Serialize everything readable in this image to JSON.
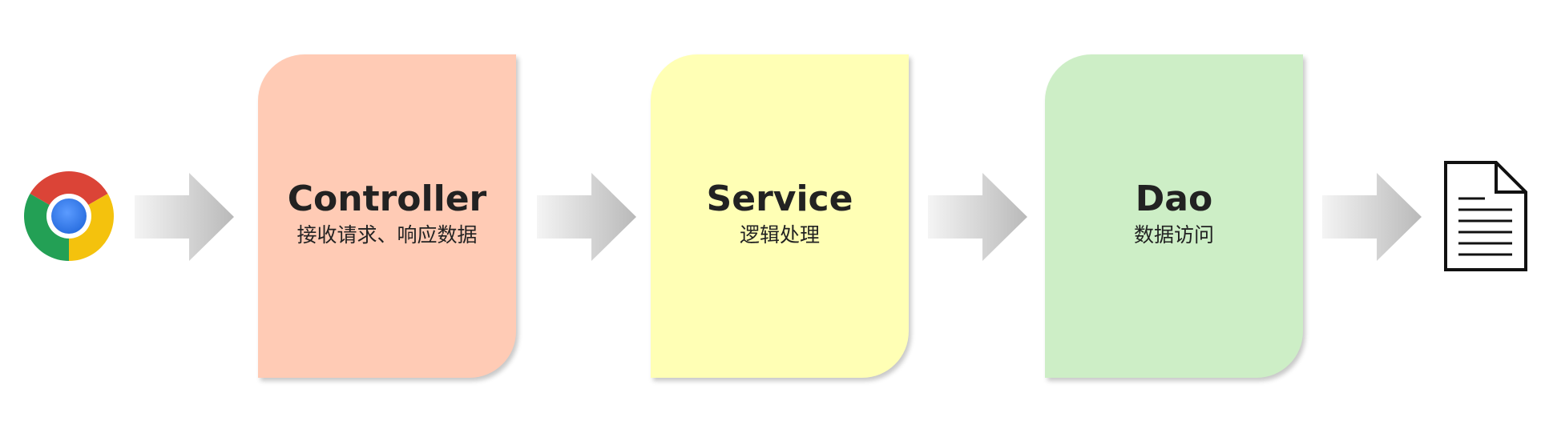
{
  "nodes": [
    {
      "id": "controller",
      "title": "Controller",
      "subtitle": "接收请求、响应数据",
      "color": "#ffcbb5"
    },
    {
      "id": "service",
      "title": "Service",
      "subtitle": "逻辑处理",
      "color": "#ffffb5"
    },
    {
      "id": "dao",
      "title": "Dao",
      "subtitle": "数据访问",
      "color": "#cdeec6"
    }
  ],
  "edges": [
    {
      "from": "browser",
      "to": "controller"
    },
    {
      "from": "controller",
      "to": "service"
    },
    {
      "from": "service",
      "to": "dao"
    },
    {
      "from": "dao",
      "to": "document"
    }
  ],
  "icons": {
    "start": "chrome-browser-icon",
    "end": "document-icon"
  },
  "colors": {
    "arrow_light": "#f4f4f4",
    "arrow_dark": "#b9b9b9",
    "chrome_red": "#db4437",
    "chrome_yellow": "#f4c20d",
    "chrome_green": "#0f9d58",
    "chrome_blue": "#4285f4"
  }
}
